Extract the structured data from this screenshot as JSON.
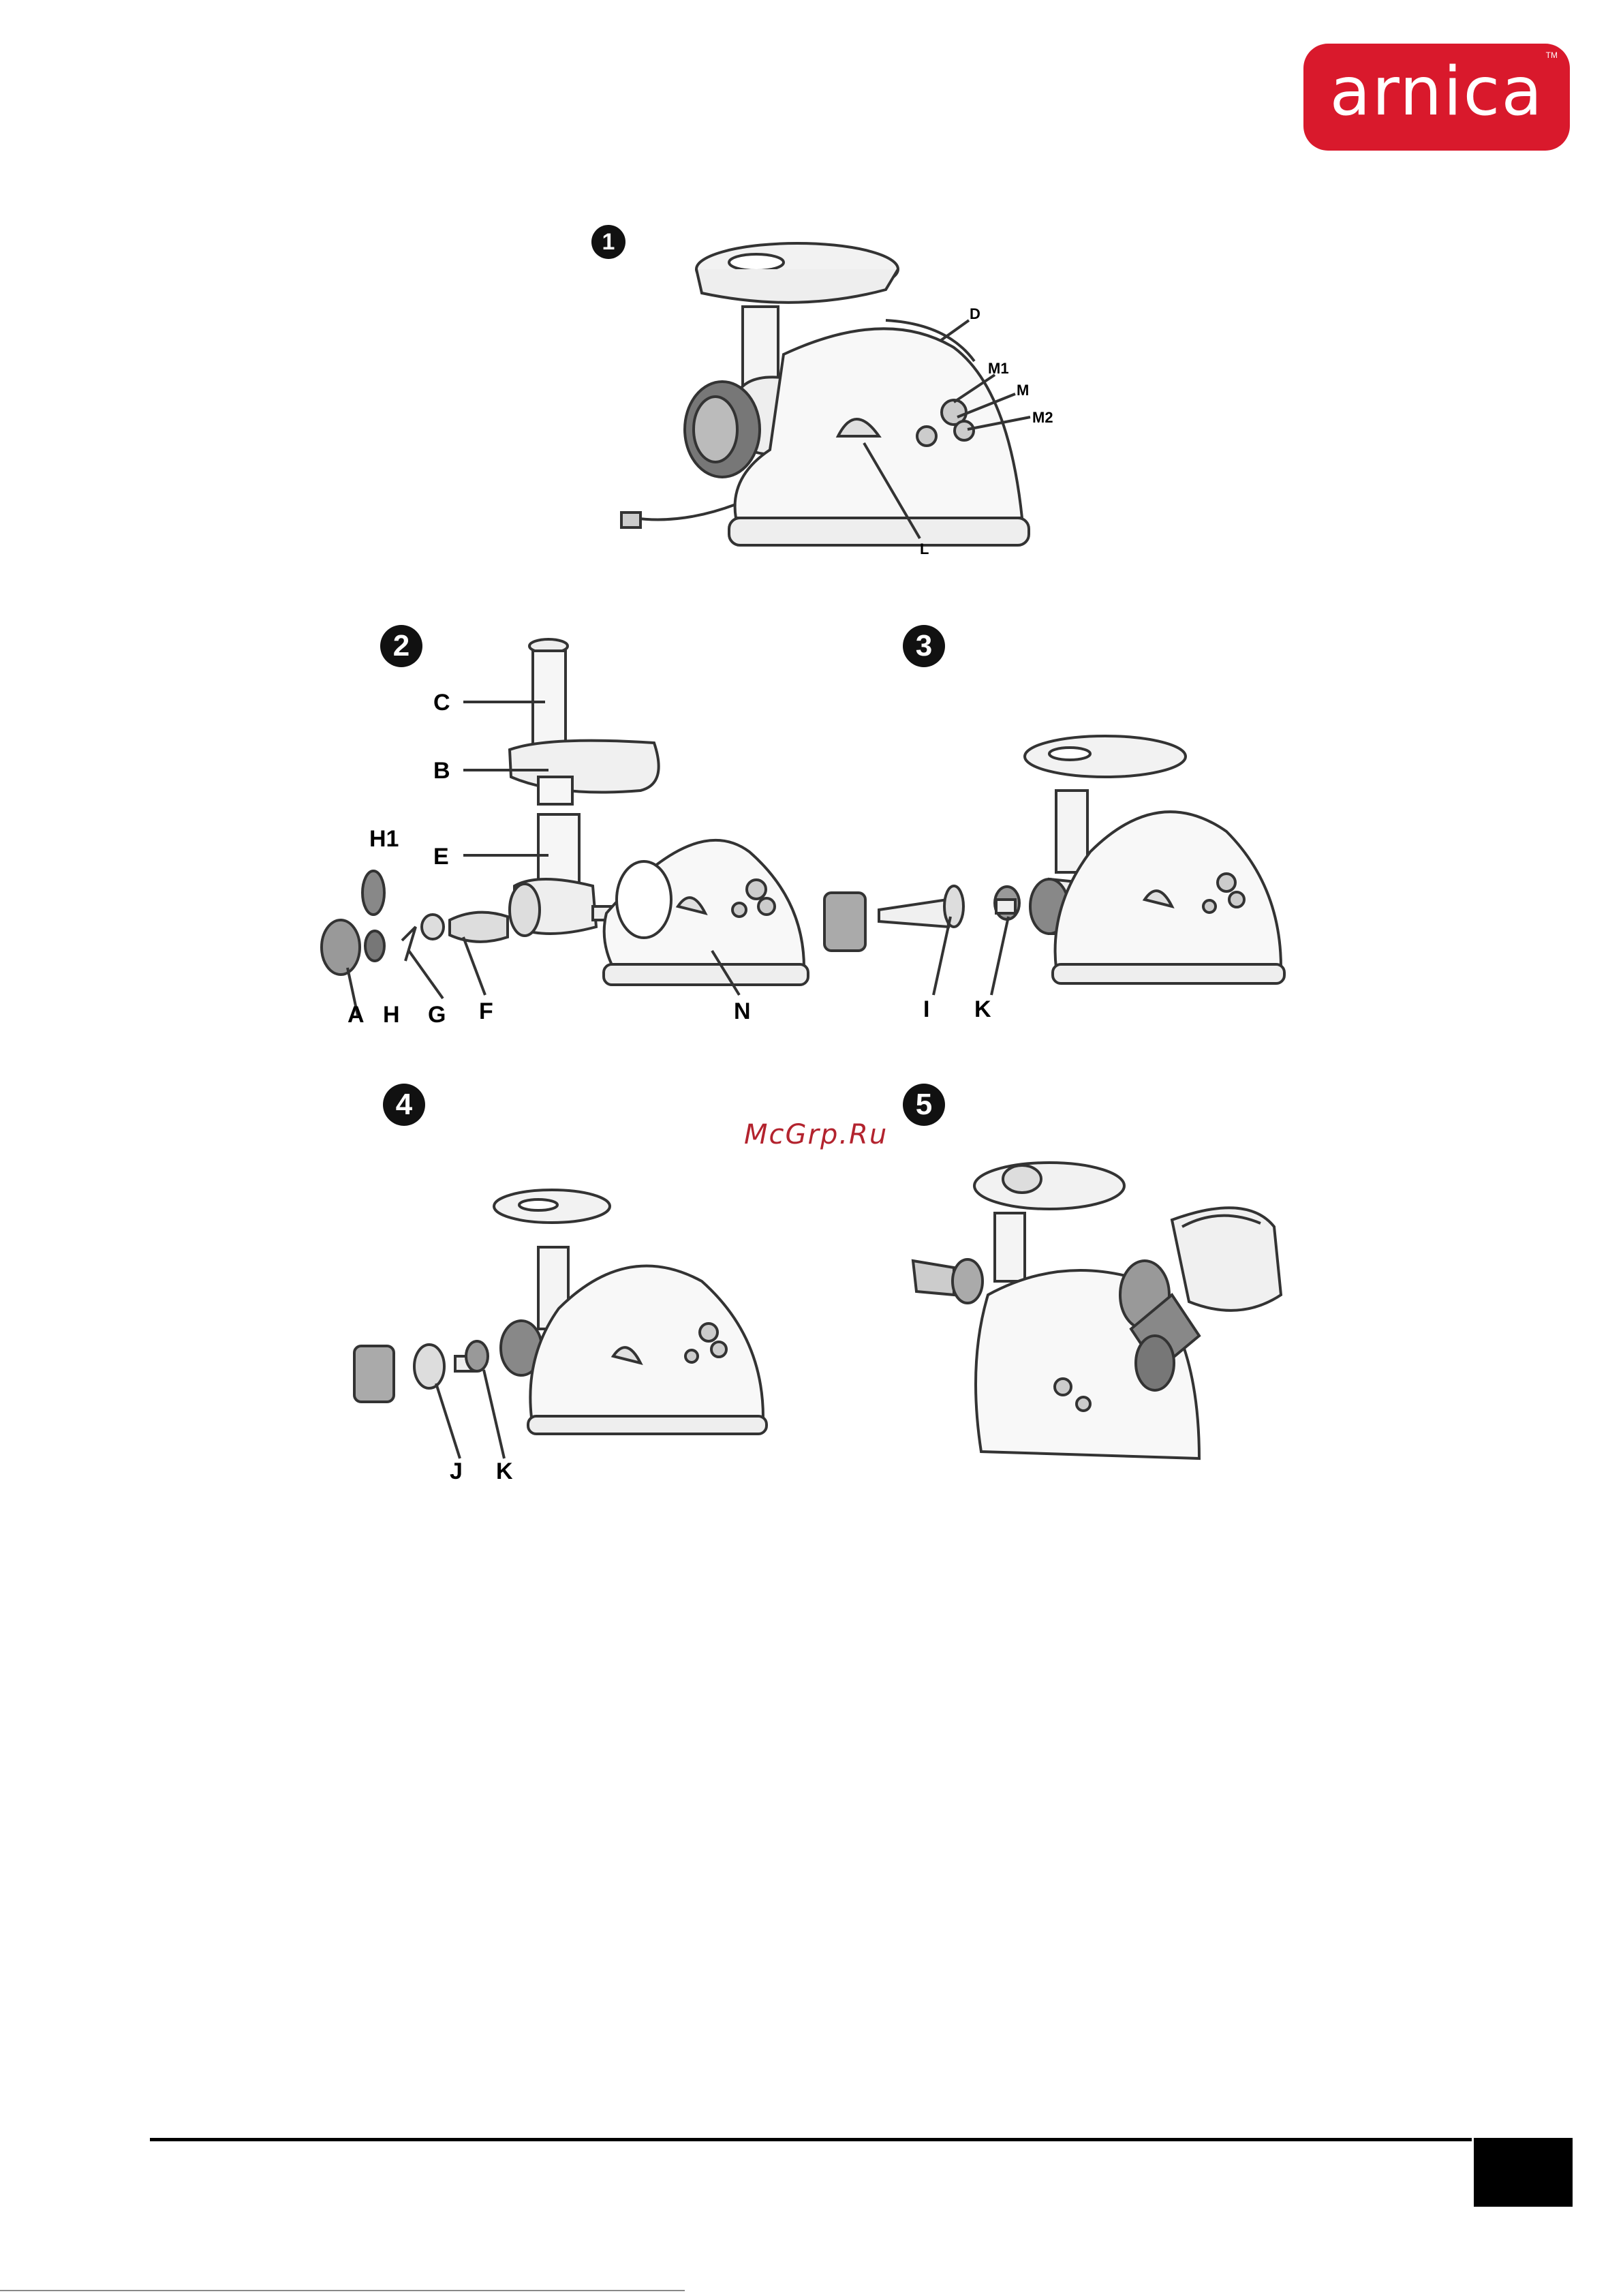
{
  "brand": {
    "logo_text": "arnica",
    "logo_tm": "TM"
  },
  "watermark": "McGrp.Ru",
  "figures": [
    {
      "step": "1",
      "labels": [
        "D",
        "M1",
        "M",
        "M2",
        "L"
      ]
    },
    {
      "step": "2",
      "labels": [
        "C",
        "B",
        "E",
        "H1",
        "A",
        "H",
        "G",
        "F",
        "N"
      ]
    },
    {
      "step": "3",
      "labels": [
        "I",
        "K"
      ]
    },
    {
      "step": "4",
      "labels": [
        "J",
        "K"
      ]
    },
    {
      "step": "5",
      "labels": []
    }
  ],
  "colors": {
    "brand_red": "#d9192c",
    "watermark": "#b3232e"
  }
}
